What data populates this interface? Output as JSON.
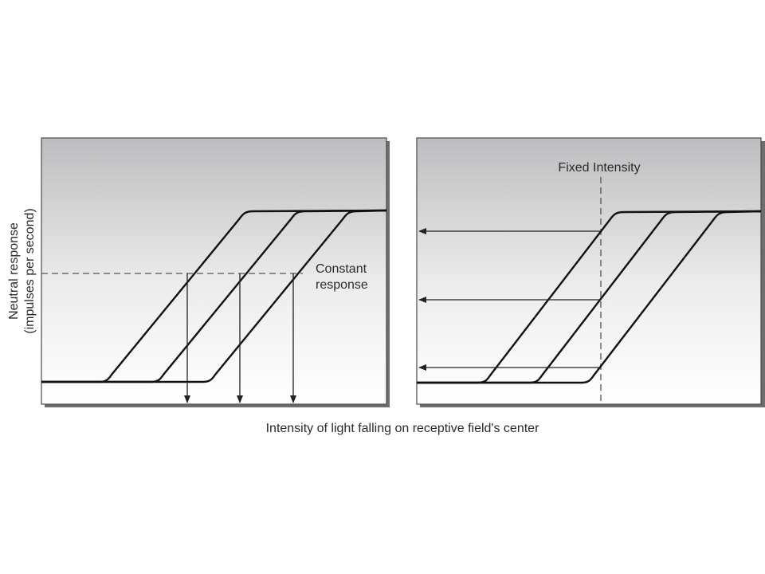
{
  "figure": {
    "y_axis_label_line1": "Neutral response",
    "y_axis_label_line2": "(impulses per second)",
    "x_axis_label": "Intensity of light falling on receptive field's center",
    "left_panel": {
      "annotation_line1": "Constant",
      "annotation_line2": "response"
    },
    "right_panel": {
      "annotation": "Fixed Intensity"
    }
  },
  "colors": {
    "panel_top": "#bdbdbf",
    "panel_bottom": "#ffffff",
    "panel_border": "#4a4a4a",
    "curve": "#111111",
    "guide_line": "#555555"
  }
}
